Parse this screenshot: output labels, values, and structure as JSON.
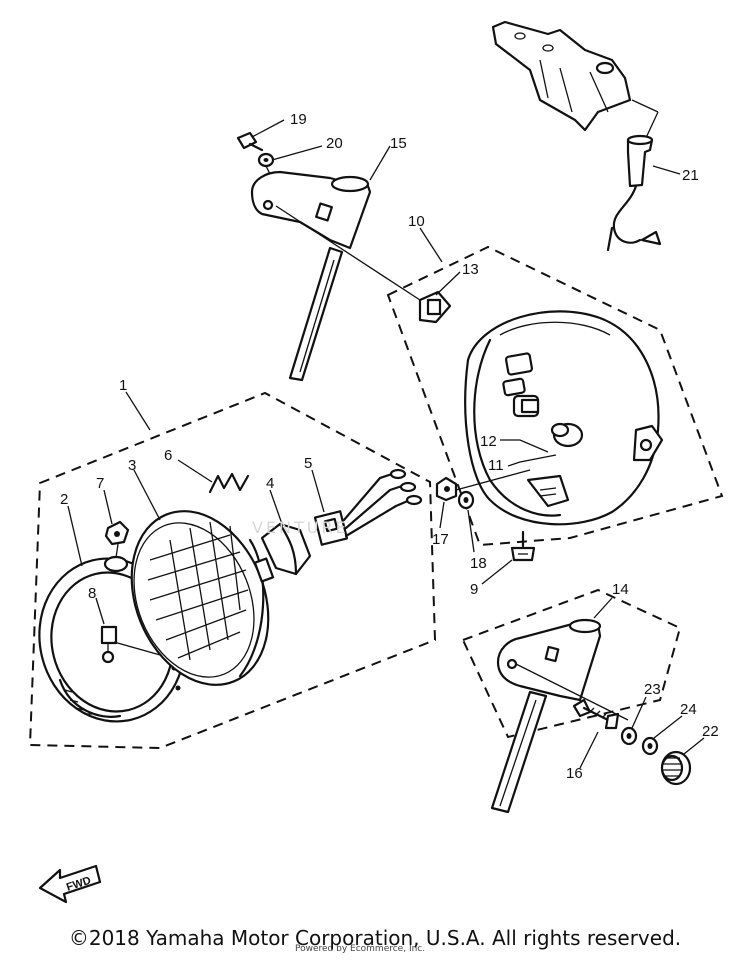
{
  "callouts": [
    {
      "id": "c1",
      "text": "1"
    },
    {
      "id": "c2",
      "text": "2"
    },
    {
      "id": "c3",
      "text": "3"
    },
    {
      "id": "c4",
      "text": "4"
    },
    {
      "id": "c5",
      "text": "5"
    },
    {
      "id": "c6",
      "text": "6"
    },
    {
      "id": "c7",
      "text": "7"
    },
    {
      "id": "c8",
      "text": "8"
    },
    {
      "id": "c9",
      "text": "9"
    },
    {
      "id": "c10",
      "text": "10"
    },
    {
      "id": "c11",
      "text": "11"
    },
    {
      "id": "c12",
      "text": "12"
    },
    {
      "id": "c13",
      "text": "13"
    },
    {
      "id": "c14",
      "text": "14"
    },
    {
      "id": "c15",
      "text": "15"
    },
    {
      "id": "c16",
      "text": "16"
    },
    {
      "id": "c17",
      "text": "17"
    },
    {
      "id": "c18",
      "text": "18"
    },
    {
      "id": "c19",
      "text": "19"
    },
    {
      "id": "c20",
      "text": "20"
    },
    {
      "id": "c21",
      "text": "21"
    },
    {
      "id": "c22",
      "text": "22"
    },
    {
      "id": "c23",
      "text": "23"
    },
    {
      "id": "c24",
      "text": "24"
    }
  ],
  "fwd_label": "FWD",
  "watermark": "VENTURE",
  "credit": "Powered by Ecommerce, Inc.",
  "copyright": "©2018 Yamaha Motor Corporation, U.S.A. All rights reserved."
}
